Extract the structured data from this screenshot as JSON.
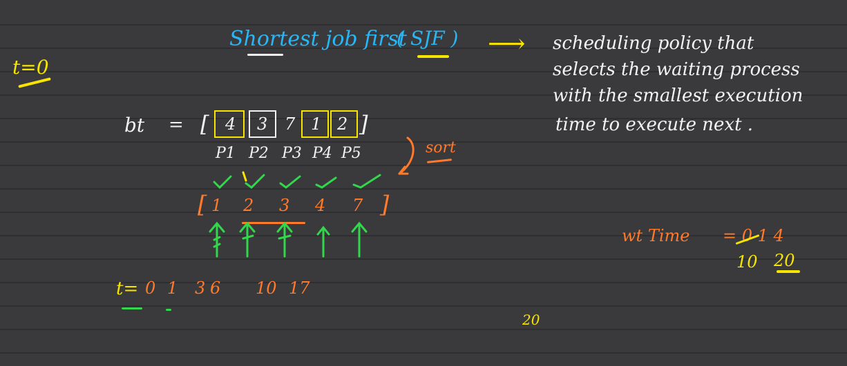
{
  "title": {
    "text": "Shortest job first",
    "abbr": "( SJF )"
  },
  "definition": {
    "arrow": "⟶",
    "lines": [
      "scheduling policy that",
      "selects the waiting process",
      "with the smallest execution",
      "time to execute next ."
    ]
  },
  "t0_label": "t=0",
  "burst": {
    "label": "bt",
    "equals": "=",
    "open_bracket": "[",
    "close_bracket": "]",
    "values": [
      "4",
      "3",
      "7",
      "1",
      "2"
    ],
    "processes": [
      "P1",
      "P2",
      "P3",
      "P4",
      "P5"
    ],
    "sort_label": "sort"
  },
  "sorted": {
    "open_bracket": "[",
    "close_bracket": "]",
    "values": [
      "1",
      "2",
      "3",
      "4",
      "7"
    ]
  },
  "timeline": {
    "label": "t=",
    "values": [
      "0",
      "1",
      "3",
      "6",
      "10",
      "17"
    ]
  },
  "wait": {
    "label": "wt Time",
    "expr": "= 0 1 4",
    "values": [
      "10",
      "20"
    ]
  },
  "total": "20",
  "colors": {
    "background": "#3a3a3d",
    "white": "#f2f2f2",
    "cyan": "#29b6f6",
    "orange": "#ff7a2a",
    "green": "#32d74b",
    "yellow": "#f7e400"
  }
}
